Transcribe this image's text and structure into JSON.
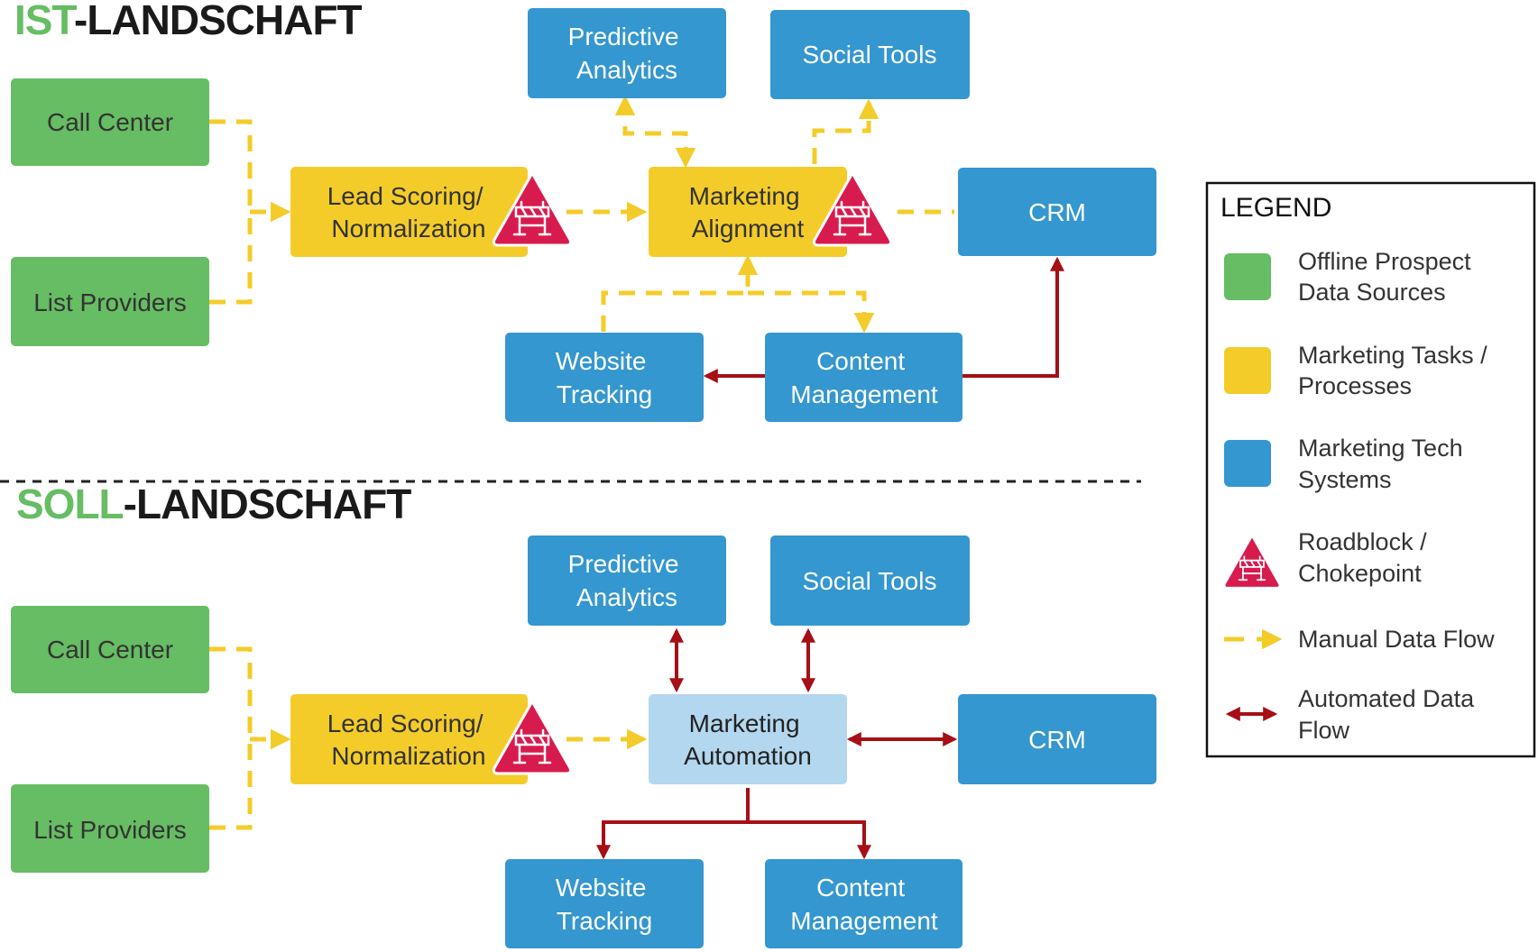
{
  "colors": {
    "green": "#66bd63",
    "yellow": "#f4cc2a",
    "blue": "#3497cf",
    "light_blue": "#b3d7ee",
    "red_flow": "#a50f15",
    "roadblock": "#d81b4f",
    "title_accent": "#66bd63",
    "dark_text": "#1a1a1a"
  },
  "sections": {
    "ist": {
      "accent": "IST",
      "rest": "-LANDSCHAFT"
    },
    "soll": {
      "accent": "SOLL",
      "rest": "-LANDSCHAFT"
    }
  },
  "nodes": {
    "call_center": [
      "Call Center"
    ],
    "list_providers": [
      "List Providers"
    ],
    "lead_scoring": [
      "Lead Scoring/",
      "Normalization"
    ],
    "marketing_alignment": [
      "Marketing",
      "Alignment"
    ],
    "marketing_automation": [
      "Marketing",
      "Automation"
    ],
    "predictive_analytics": [
      "Predictive",
      "Analytics"
    ],
    "social_tools": [
      "Social Tools"
    ],
    "crm": [
      "CRM"
    ],
    "website_tracking": [
      "Website",
      "Tracking"
    ],
    "content_management": [
      "Content",
      "Management"
    ]
  },
  "legend": {
    "title": "LEGEND",
    "items": [
      {
        "type": "green-swatch",
        "label": [
          "Offline Prospect",
          "Data Sources"
        ]
      },
      {
        "type": "yellow-swatch",
        "label": [
          "Marketing Tasks /",
          "Processes"
        ]
      },
      {
        "type": "blue-swatch",
        "label": [
          "Marketing Tech",
          "Systems"
        ]
      },
      {
        "type": "roadblock-icon",
        "label": [
          "Roadblock /",
          "Chokepoint"
        ]
      },
      {
        "type": "manual-flow",
        "label": [
          "Manual Data Flow"
        ]
      },
      {
        "type": "automated-flow",
        "label": [
          "Automated Data",
          "Flow"
        ]
      }
    ]
  }
}
